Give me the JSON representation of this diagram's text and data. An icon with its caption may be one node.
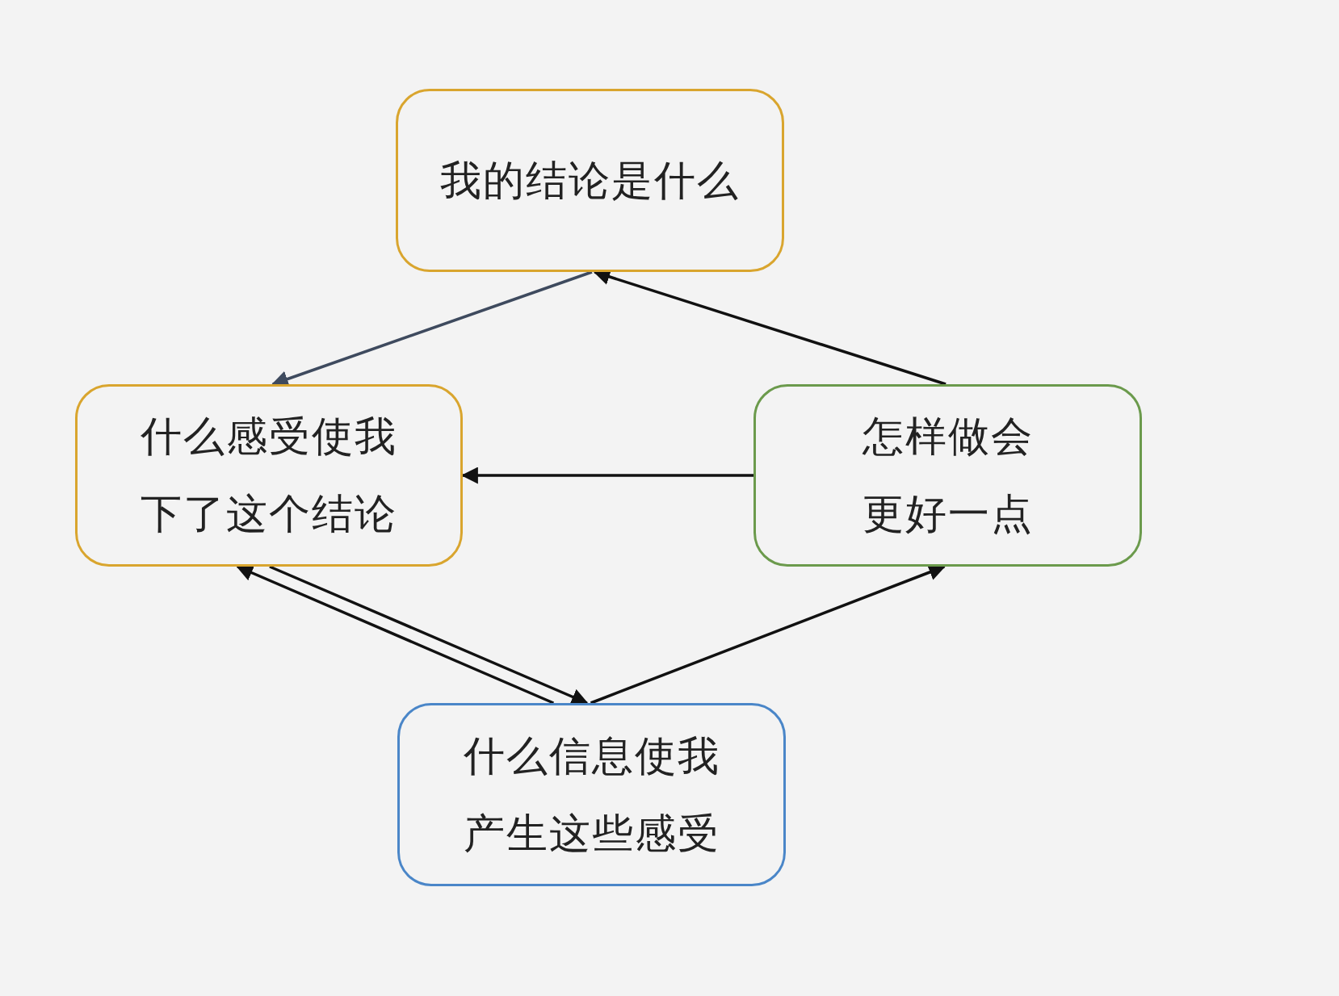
{
  "diagram": {
    "nodes": [
      {
        "text": [
          "我的结论是什么"
        ]
      },
      {
        "text": [
          "什么感受使我下了这个结论"
        ]
      },
      {
        "text": [
          "怎样做会更好一点"
        ]
      },
      {
        "text": [
          "什么信息使我产生这些感受"
        ]
      }
    ],
    "edges": [
      {
        "from": 0,
        "to": 1,
        "arrow": "to",
        "color": "#3e4a5e"
      },
      {
        "from": 2,
        "to": 0,
        "arrow": "to"
      },
      {
        "from": 2,
        "to": 1,
        "arrow": "to"
      },
      {
        "from": 3,
        "to": 1,
        "arrow": "to"
      },
      {
        "from": 1,
        "to": 3,
        "arrow": "to"
      },
      {
        "from": 3,
        "to": 2,
        "arrow": "to"
      }
    ]
  }
}
